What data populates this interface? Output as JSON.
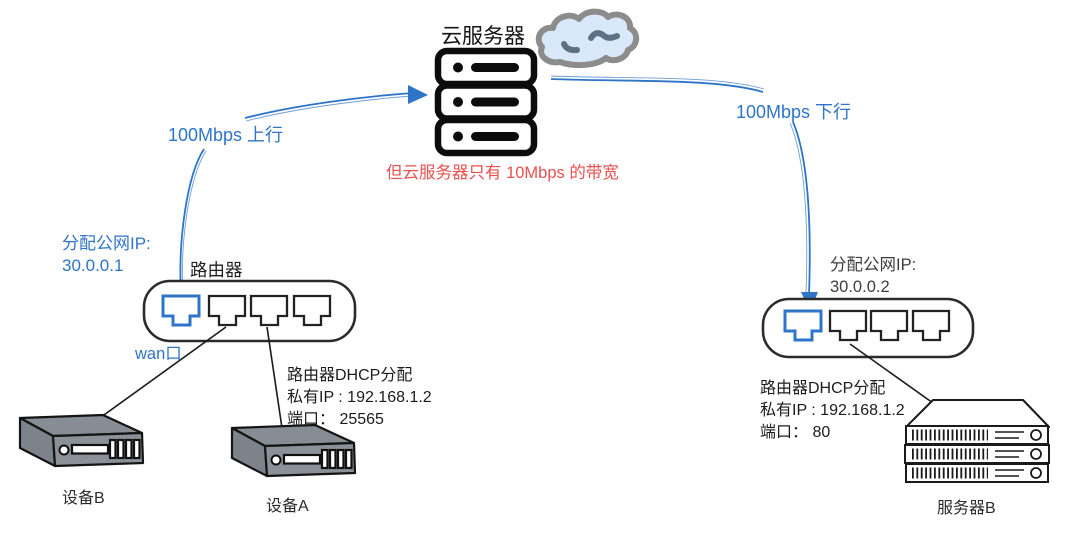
{
  "title": {
    "cloud_server": "云服务器"
  },
  "annotations": {
    "bandwidth_note": "但云服务器只有 10Mbps 的带宽",
    "uplink": "100Mbps 上行",
    "downlink": "100Mbps 下行"
  },
  "left_router": {
    "label": "路由器",
    "public_ip_caption": "分配公网IP:",
    "public_ip": "30.0.0.1",
    "wan_port": "wan口",
    "dhcp_title": "路由器DHCP分配",
    "private_ip": "私有IP : 192.168.1.2",
    "port": "端口： 25565"
  },
  "right_router": {
    "public_ip_caption": "分配公网IP:",
    "public_ip": "30.0.0.2",
    "dhcp_title": "路由器DHCP分配",
    "private_ip": "私有IP : 192.168.1.2",
    "port": "端口： 80"
  },
  "devices": {
    "device_b": "设备B",
    "device_a": "设备A",
    "server_b": "服务器B"
  },
  "colors": {
    "arrow_blue": "#2e75c8",
    "note_red": "#e8514e",
    "device_gray": "#8a9198",
    "cloud_fill": "#d9e9f9",
    "cloud_stroke": "#8c8c8c"
  }
}
